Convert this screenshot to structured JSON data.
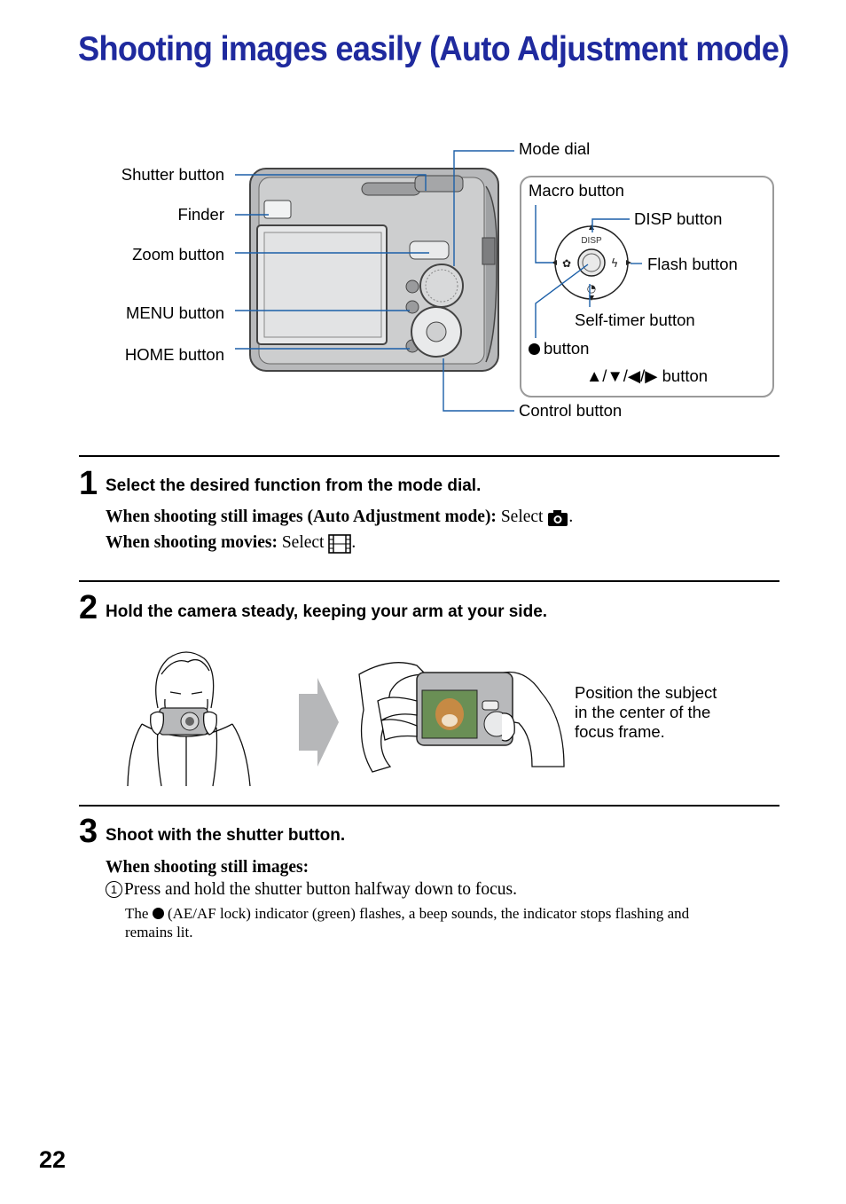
{
  "page": {
    "title": "Shooting images easily (Auto Adjustment mode)",
    "page_number": "22"
  },
  "diagram": {
    "shutter_button": "Shutter button",
    "finder": "Finder",
    "zoom_button": "Zoom button",
    "menu_button": "MENU button",
    "home_button": "HOME button",
    "mode_dial": "Mode dial",
    "control_button": "Control button",
    "inset": {
      "macro_button": "Macro button",
      "disp_button": "DISP button",
      "flash_button": "Flash button",
      "self_timer_button": "Self-timer button",
      "center_button": "button",
      "arrows_button": "▲/▼/◀/▶ button",
      "disp_mark": "DISP"
    }
  },
  "steps": [
    {
      "number": "1",
      "heading": "Select the desired function from the mode dial.",
      "line1_bold": "When shooting still images (Auto Adjustment mode):",
      "line1_text": " Select ",
      "line2_bold": "When shooting movies:",
      "line2_text": " Select "
    },
    {
      "number": "2",
      "heading": "Hold the camera steady, keeping your arm at your side.",
      "caption": [
        "Position the subject",
        "in the center of the",
        "focus frame."
      ]
    },
    {
      "number": "3",
      "heading": "Shoot with the shutter button.",
      "sub_bold": "When shooting still images:",
      "item_marker": "1",
      "item_text": "Press and hold the shutter button halfway down to focus.",
      "note_start": "The ",
      "note_rest": " (AE/AF lock) indicator (green) flashes, a beep sounds, the indicator stops flashing and",
      "note_line2": "remains lit."
    }
  ],
  "colors": {
    "title": "#1f2a9e",
    "camera_body": "#b8b9bb",
    "leader_lines": "#1b5fa8"
  }
}
